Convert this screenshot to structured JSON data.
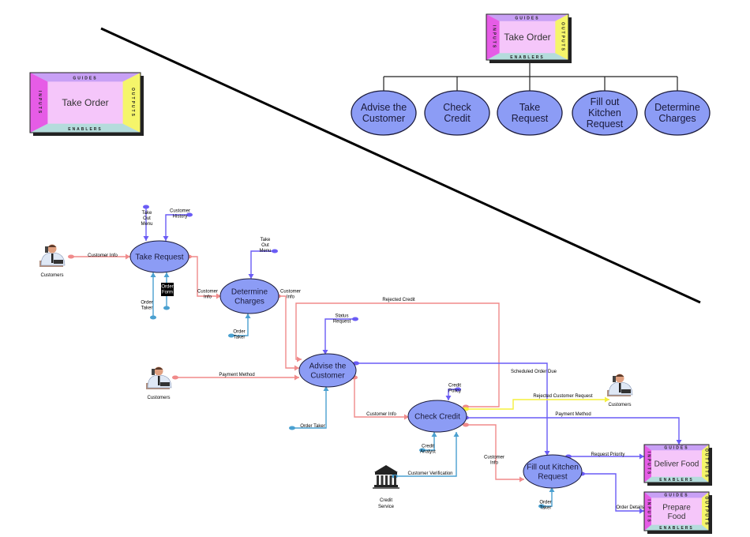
{
  "colors": {
    "process_fill": "#8c9cf5",
    "process_stroke": "#1a1a3a",
    "box_center": "#f5c6fa",
    "box_top": "#c8a0f5",
    "box_left": "#e65ce6",
    "box_right": "#f5f56a",
    "box_bottom": "#b4dcdc",
    "flow_pink": "#f08a8a",
    "flow_blue": "#6a5cf5",
    "flow_lightblue": "#4aa0d0",
    "flow_yellow": "#f5f03c"
  },
  "box_labels": {
    "top": "GUIDES",
    "left": "INPUTS",
    "right": "OUTPUTS",
    "bottom": "ENABLERS"
  },
  "context_box": {
    "title": "Take Order"
  },
  "hierarchy": {
    "parent": "Take Order",
    "children": [
      {
        "lines": [
          "Advise the",
          "Customer"
        ]
      },
      {
        "lines": [
          "Check",
          "Credit"
        ]
      },
      {
        "lines": [
          "Take",
          "Request"
        ]
      },
      {
        "lines": [
          "Fill out",
          "Kitchen",
          "Request"
        ]
      },
      {
        "lines": [
          "Determine",
          "Charges"
        ]
      }
    ]
  },
  "processes": [
    {
      "lines": [
        "Take Request"
      ]
    },
    {
      "lines": [
        "Determine",
        "Charges"
      ]
    },
    {
      "lines": [
        "Advise the",
        "Customer"
      ]
    },
    {
      "lines": [
        "Check Credit"
      ]
    },
    {
      "lines": [
        "Fill out Kitchen",
        "Request"
      ]
    }
  ],
  "external_boxes": [
    {
      "lines": [
        "Deliver Food"
      ]
    },
    {
      "lines": [
        "Prepare",
        "Food"
      ]
    }
  ],
  "actors": [
    {
      "label": "Customers",
      "icon": "person-on-phone-icon"
    },
    {
      "label": "Customers",
      "icon": "person-on-phone-icon"
    },
    {
      "label": "Customers",
      "icon": "person-on-phone-icon"
    },
    {
      "lines": [
        "Credit",
        "Service"
      ],
      "icon": "bank-building-icon"
    }
  ],
  "flows": [
    {
      "lines": [
        "Customer Info"
      ]
    },
    {
      "lines": [
        "Take",
        "Out",
        "Menu"
      ]
    },
    {
      "lines": [
        "Customer",
        "History"
      ]
    },
    {
      "lines": [
        "Order",
        "Taker"
      ]
    },
    {
      "lines": [
        "Order",
        "Form"
      ]
    },
    {
      "lines": [
        "Customer",
        "Info"
      ]
    },
    {
      "lines": [
        "Take",
        "Out",
        "Menu"
      ]
    },
    {
      "lines": [
        "Order",
        "Taker"
      ]
    },
    {
      "lines": [
        "Customer",
        "Info"
      ]
    },
    {
      "lines": [
        "Rejected Credit"
      ]
    },
    {
      "lines": [
        "Status",
        "Request"
      ]
    },
    {
      "lines": [
        "Payment Method"
      ]
    },
    {
      "lines": [
        "Order Taker"
      ]
    },
    {
      "lines": [
        "Scheduled Order Due"
      ]
    },
    {
      "lines": [
        "Customer Info"
      ]
    },
    {
      "lines": [
        "Credit",
        "Policy"
      ]
    },
    {
      "lines": [
        "Rejected Customer Request"
      ]
    },
    {
      "lines": [
        "Payment Method"
      ]
    },
    {
      "lines": [
        "Credit",
        "Analyst"
      ]
    },
    {
      "lines": [
        "Customer Verification"
      ]
    },
    {
      "lines": [
        "Customer",
        "Info"
      ]
    },
    {
      "lines": [
        "Request Priority"
      ]
    },
    {
      "lines": [
        "Order Details"
      ]
    },
    {
      "lines": [
        "Order",
        "Taker"
      ]
    }
  ]
}
